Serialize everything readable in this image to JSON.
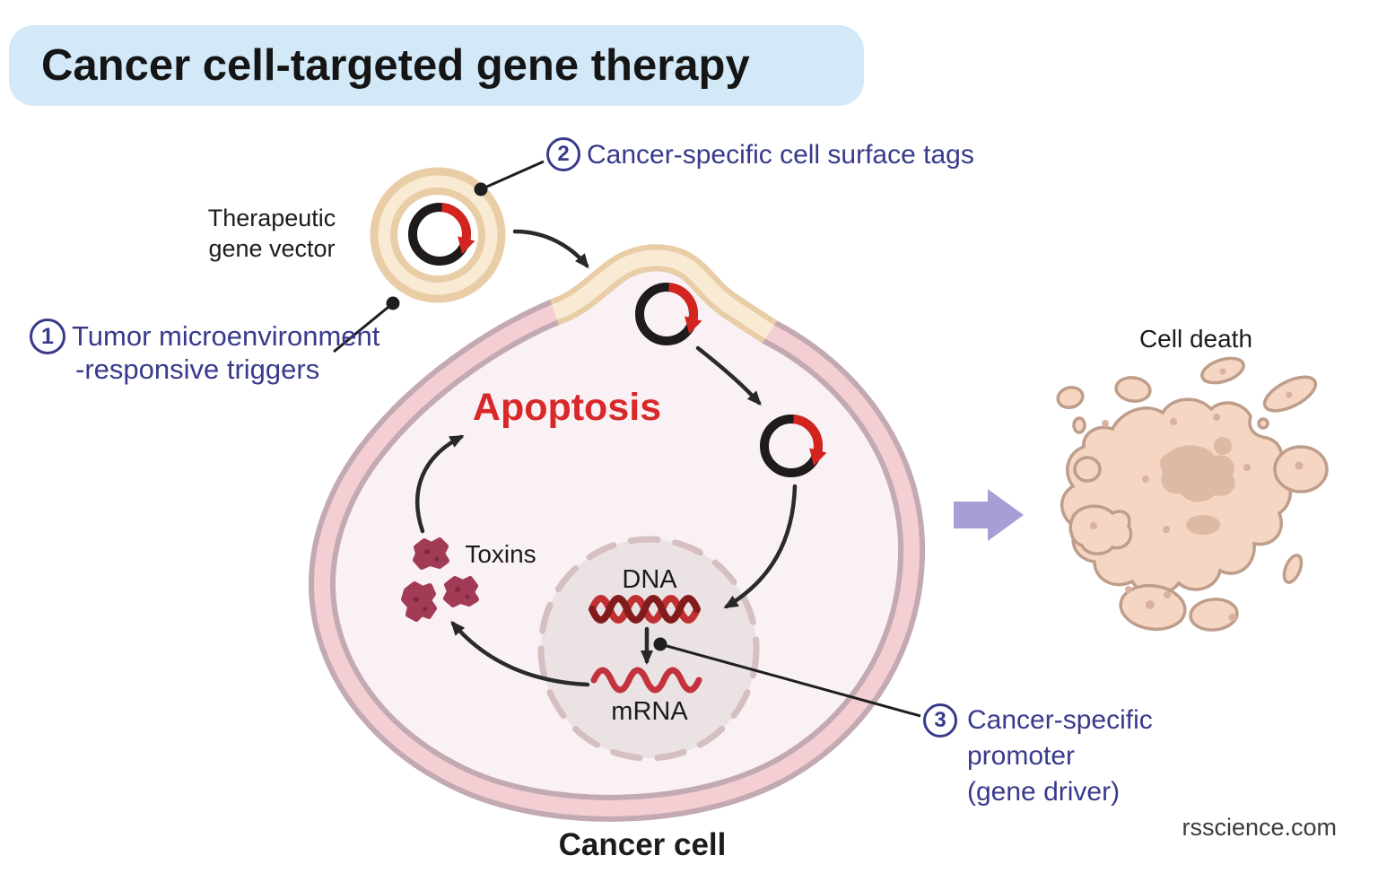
{
  "title": {
    "text": "Cancer cell-targeted gene therapy"
  },
  "steps": {
    "s1": {
      "num": "1",
      "lines": [
        "Tumor microenvironment",
        "-responsive triggers"
      ]
    },
    "s2": {
      "num": "2",
      "lines": [
        "Cancer-specific cell surface tags"
      ]
    },
    "s3": {
      "num": "3",
      "lines": [
        "Cancer-specific",
        "promoter",
        "(gene driver)"
      ]
    }
  },
  "labels": {
    "vector_line1": "Therapeutic",
    "vector_line2": "gene vector",
    "apoptosis": "Apoptosis",
    "toxins": "Toxins",
    "dna": "DNA",
    "mrna": "mRNA",
    "cell_death": "Cell death",
    "cancer_cell": "Cancer cell",
    "watermark": "rsscience.com"
  },
  "colors": {
    "title-bg": "#d3e9f8",
    "title-text": "#151515",
    "step-blue": "#383a8c",
    "apoptosis-red": "#d7282a",
    "label-black": "#1c1c1c",
    "watermark-gray": "#3c3c3c",
    "membrane-edge": "#c3a9b2",
    "membrane-pink": "#f3ced3",
    "cell-interior": "#faf1f4",
    "vesicle-tan": "#e9cda6",
    "vesicle-tan-light": "#f8ead3",
    "plasmid-black": "#1f1b1b",
    "plasmid-red": "#d42420",
    "nucleus-fill": "#ebe2e4",
    "nucleus-dash": "#d6bfc0",
    "dna-dark": "#821c1c",
    "dna-bright": "#c03030",
    "mrna-red": "#c2333e",
    "toxin": "#a23c56",
    "arrow-black": "#2a2a2a",
    "purple-arrow": "#a79ed7",
    "debris-fill": "#f4d6c3",
    "debris-edge": "#bf9d8b",
    "debris-patch": "#ddbaa5",
    "debris-dot": "#d8b29e"
  }
}
